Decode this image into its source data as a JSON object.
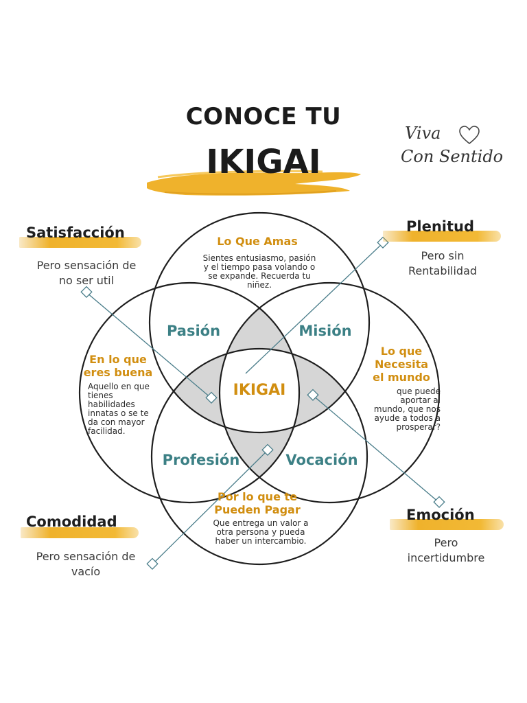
{
  "title": {
    "line1": "CONOCE TU",
    "line2": "IKIGAI"
  },
  "logo": {
    "line1": "Viva",
    "line2": "Con Sentido",
    "heart": "heart-icon"
  },
  "colors": {
    "accent": "#efb22c",
    "teal": "#3c8085",
    "orange_text": "#d18e10",
    "overlap": "#d6d6d6",
    "line": "#4a7d8a"
  },
  "corners": {
    "satisfaccion": {
      "title": "Satisfacción",
      "line1": "Pero sensación de",
      "line2": "no ser util"
    },
    "plenitud": {
      "title": "Plenitud",
      "line1": "Pero sin",
      "line2": "Rentabilidad"
    },
    "comodidad": {
      "title": "Comodidad",
      "line1": "Pero sensación de",
      "line2": "vacío"
    },
    "emocion": {
      "title": "Emoción",
      "line1": "Pero",
      "line2": "incertidumbre"
    }
  },
  "circles": {
    "top": {
      "title": "Lo Que Amas",
      "desc": [
        "Sientes entusiasmo, pasión",
        "y el tiempo pasa volando o",
        "se expande. Recuerda tu",
        "niñez."
      ]
    },
    "left": {
      "title": [
        "En lo que",
        "eres buena"
      ],
      "desc": [
        "Aquello en que",
        "tienes",
        "habilidades",
        "innatas o se te",
        "da con mayor",
        "facilidad."
      ]
    },
    "right": {
      "title": [
        "Lo que",
        "Necesita",
        "el mundo"
      ],
      "desc": [
        "que puede",
        "aportar al",
        "mundo, que nos",
        "ayude a todos a",
        "prosperar?"
      ]
    },
    "bottom": {
      "title": [
        "Por lo que te",
        "Pueden Pagar"
      ],
      "desc": [
        "Que  entrega un valor a",
        "otra persona y pueda",
        "haber un intercambio."
      ]
    }
  },
  "overlaps": {
    "pasion": "Pasión",
    "mision": "Misión",
    "profesion": "Profesión",
    "vocacion": "Vocación",
    "center": "IKIGAI"
  }
}
